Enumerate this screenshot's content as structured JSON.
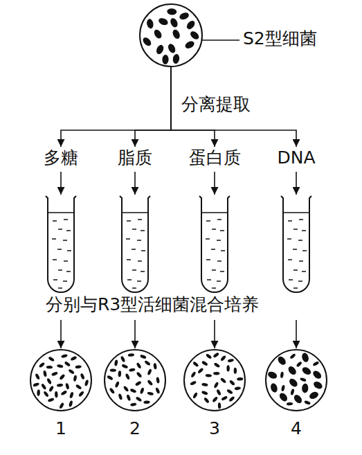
{
  "diagram": {
    "nodes": [
      {
        "text": [
          "S2型细菌"
        ]
      },
      {
        "text": [
          "多糖"
        ]
      },
      {
        "text": [
          "脂质"
        ]
      },
      {
        "text": [
          "蛋白质"
        ]
      },
      {
        "text": [
          "DNA"
        ]
      },
      {
        "text": [
          "1"
        ]
      },
      {
        "text": [
          "2"
        ]
      },
      {
        "text": [
          "3"
        ]
      },
      {
        "text": [
          "4"
        ]
      }
    ],
    "edges": [
      {
        "from": 0,
        "to": 1,
        "arrow": "to"
      },
      {
        "from": 0,
        "to": 2,
        "arrow": "to"
      },
      {
        "from": 0,
        "to": 3,
        "arrow": "to"
      },
      {
        "from": 0,
        "to": 4,
        "arrow": "to"
      },
      {
        "from": 1,
        "to": 5,
        "arrow": "to"
      },
      {
        "from": 2,
        "to": 6,
        "arrow": "to"
      },
      {
        "from": 3,
        "to": 7,
        "arrow": "to"
      },
      {
        "from": 4,
        "to": 8,
        "arrow": "to"
      }
    ],
    "labels": [
      "分离提取",
      "分别与R3型活细菌混合培养"
    ]
  }
}
